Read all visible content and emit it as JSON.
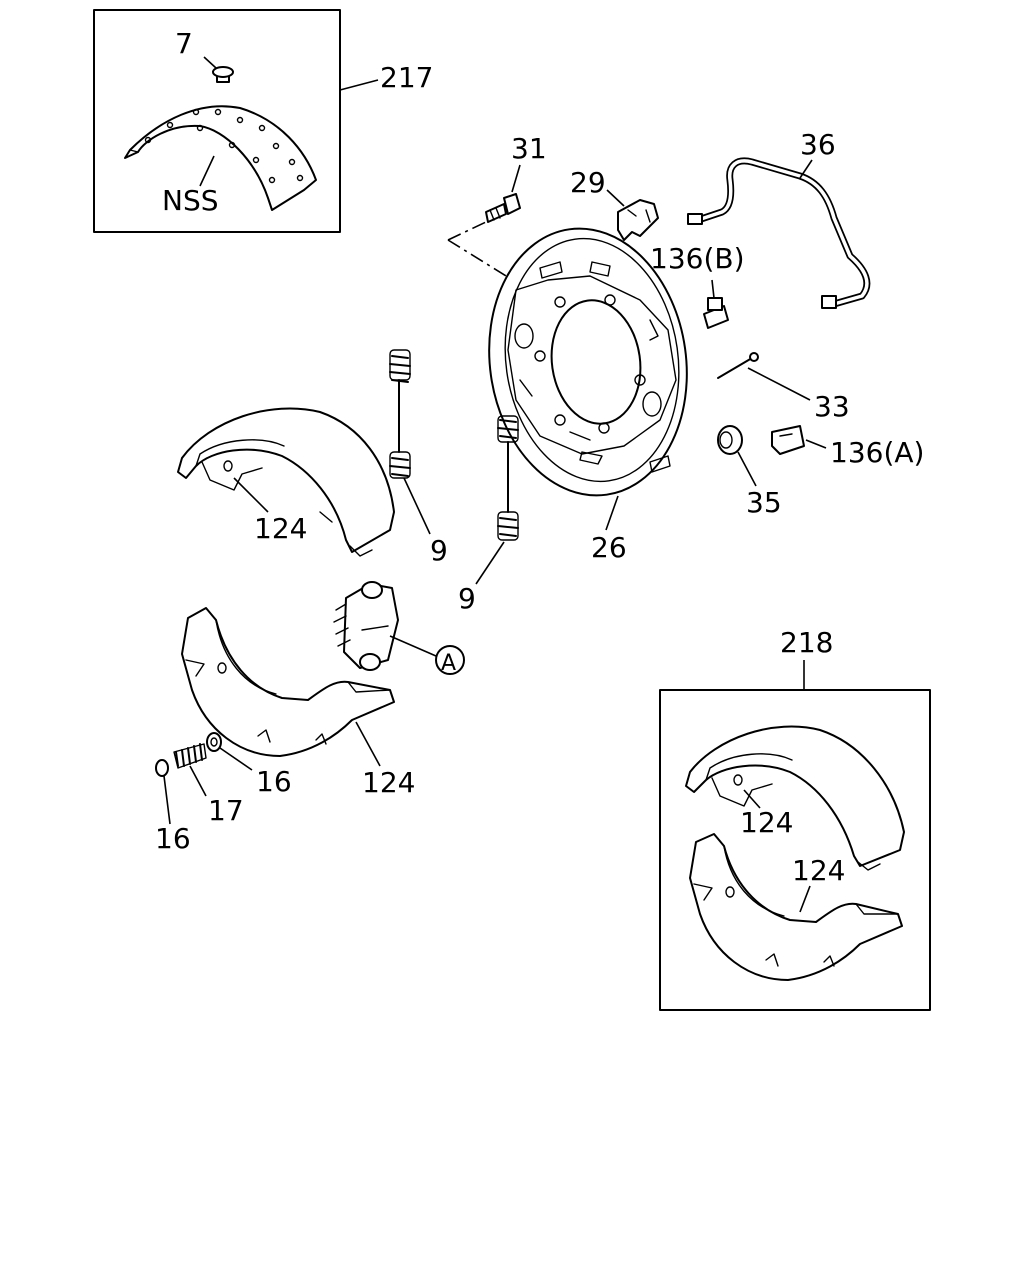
{
  "labels": {
    "l217": "217",
    "l7": "7",
    "nss": "NSS",
    "l31": "31",
    "l29": "29",
    "l36": "36",
    "l136b": "136(B)",
    "l33": "33",
    "l136a": "136(A)",
    "l35": "35",
    "l26": "26",
    "l9a": "9",
    "l9b": "9",
    "l124a": "124",
    "l124b": "124",
    "lA": "A",
    "l16a": "16",
    "l17": "17",
    "l16b": "16",
    "l218": "218",
    "l124c": "124",
    "l124d": "124"
  }
}
